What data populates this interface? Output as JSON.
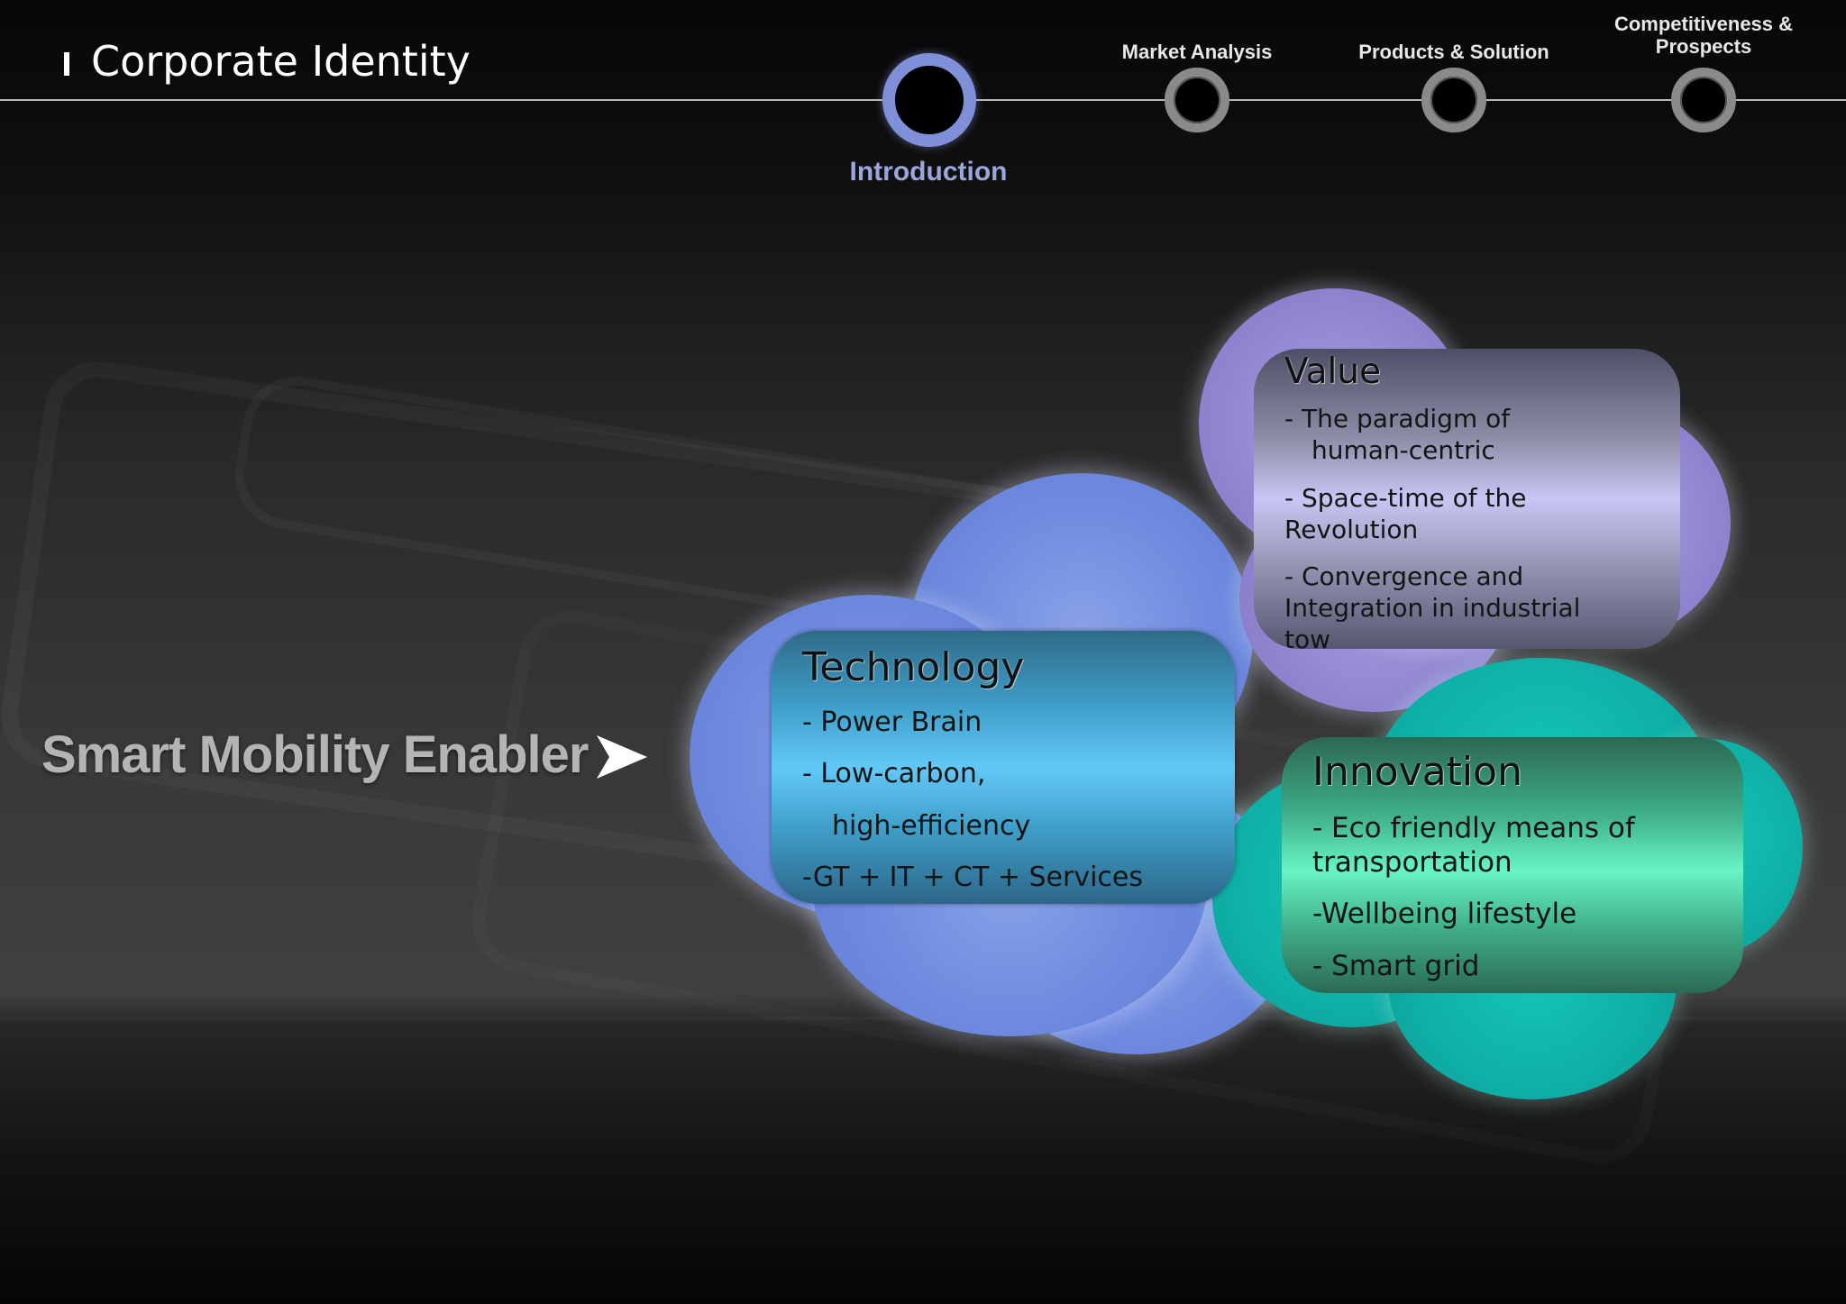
{
  "header": {
    "page_title": "Corporate Identity"
  },
  "nav": {
    "steps": [
      {
        "label": "Introduction",
        "active": true
      },
      {
        "label": "Market Analysis",
        "active": false
      },
      {
        "label": "Products & Solution",
        "active": false
      },
      {
        "label_line1": "Competitiveness &",
        "label_line2": "Prospects",
        "active": false
      }
    ],
    "active_color": "#7f8fd8",
    "inactive_color": "#8a8a8a"
  },
  "tagline": {
    "text": "Smart Mobility Enabler",
    "arrow_icon": "right-arrow-icon"
  },
  "cards": {
    "technology": {
      "title": "Technology",
      "lines": [
        "- Power Brain",
        "- Low-carbon,",
        "high-efficiency",
        "-GT + IT + CT + Services"
      ],
      "color": "#63c8f7"
    },
    "value": {
      "title": "Value",
      "lines": [
        "- The paradigm of",
        "human-centric",
        "- Space-time of the",
        "Revolution",
        "- Convergence and",
        "Integration in industrial",
        "tow"
      ],
      "color": "#c8c6f4"
    },
    "innovation": {
      "title": "Innovation",
      "lines": [
        "- Eco friendly means of",
        "transportation",
        "-Wellbeing lifestyle",
        "- Smart grid"
      ],
      "color": "#68f4c6"
    }
  }
}
